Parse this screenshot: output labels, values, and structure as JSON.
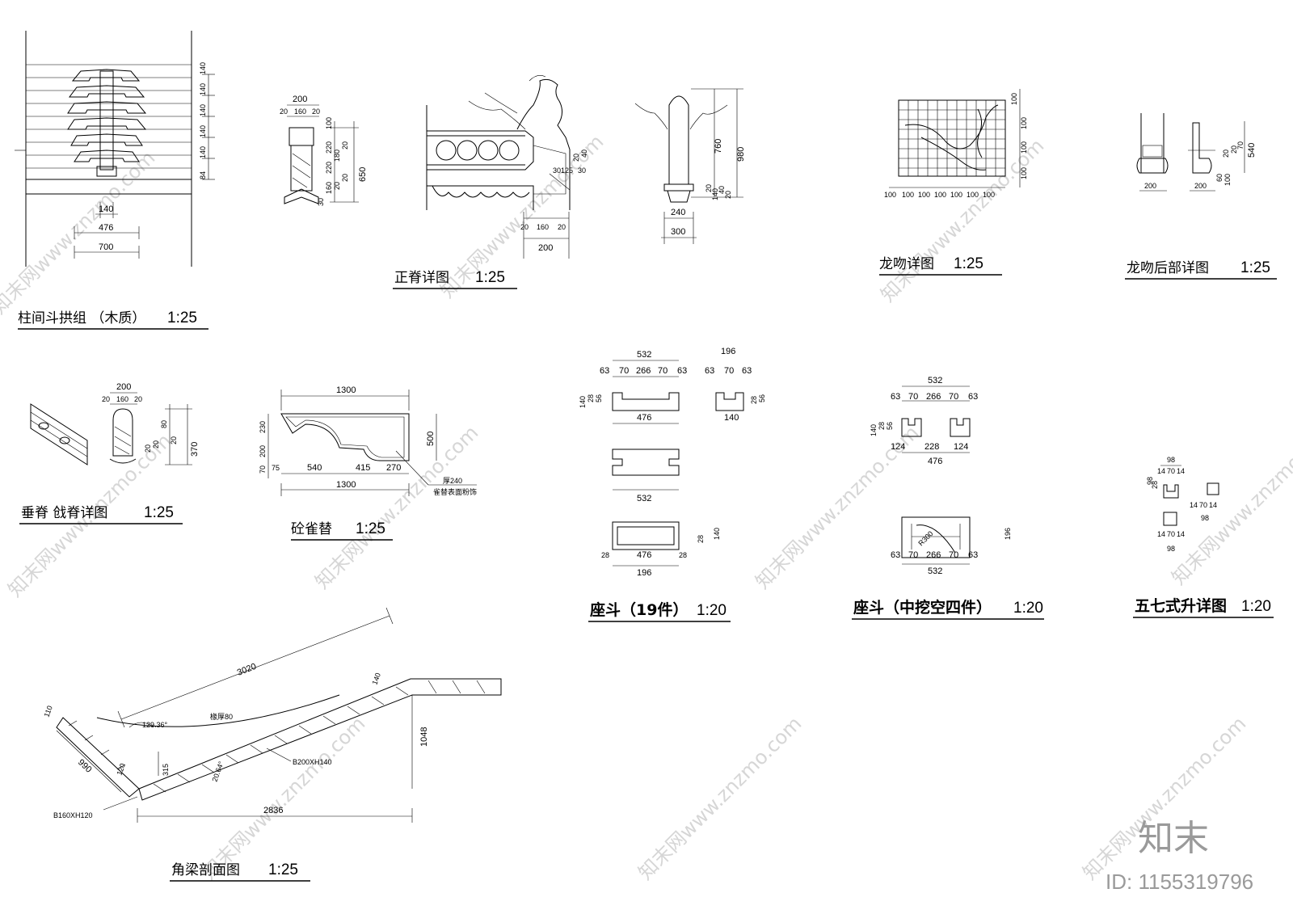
{
  "drawings": {
    "dougong": {
      "title": "柱间斗拱组  （木质）",
      "scale": "1:25",
      "dims": [
        "140",
        "476",
        "700",
        "84",
        "140",
        "140",
        "140",
        "140",
        "140"
      ]
    },
    "zhengji_section": {
      "dims": [
        "200",
        "20",
        "160",
        "20",
        "100",
        "220",
        "220",
        "180",
        "20",
        "20",
        "650",
        "30",
        "160",
        "20"
      ]
    },
    "zhengji": {
      "title": "正脊详图",
      "scale": "1:25",
      "dims": [
        "20",
        "160",
        "20",
        "200",
        "20",
        "40",
        "30",
        "125",
        "30"
      ]
    },
    "ridge_end": {
      "dims": [
        "760",
        "980",
        "20",
        "140",
        "40",
        "20",
        "240",
        "300"
      ]
    },
    "longwen": {
      "title": "龙吻详图",
      "scale": "1:25",
      "grid_label": "100",
      "dims": [
        "100",
        "100",
        "100",
        "100",
        "100",
        "100",
        "100",
        "100",
        "100",
        "100"
      ]
    },
    "longwen_back": {
      "title": "龙吻后部详图",
      "scale": "1:25",
      "dims": [
        "200",
        "200",
        "540",
        "20",
        "20",
        "60",
        "100",
        "70"
      ]
    },
    "chuiji": {
      "title": "垂脊  戗脊详图",
      "scale": "1:25",
      "dims": [
        "200",
        "20",
        "160",
        "20",
        "80",
        "20",
        "20",
        "370",
        "20"
      ]
    },
    "queti": {
      "title": "砼雀替",
      "scale": "1:25",
      "dims": [
        "1300",
        "500",
        "230",
        "200",
        "70",
        "75",
        "540",
        "415",
        "270",
        "1300"
      ],
      "note_1": "厚240",
      "note_2": "雀替表面粉饰"
    },
    "zuodou19": {
      "title": "座斗（19件）",
      "scale": "1:20",
      "dims": [
        "532",
        "63",
        "70",
        "266",
        "70",
        "63",
        "140",
        "28",
        "56",
        "476",
        "196",
        "63",
        "70",
        "63",
        "140",
        "28",
        "56",
        "532",
        "28",
        "476",
        "28",
        "196",
        "140",
        "28"
      ]
    },
    "zuodou4": {
      "title": "座斗（中挖空四件）",
      "scale": "1:20",
      "dims": [
        "532",
        "63",
        "70",
        "266",
        "70",
        "63",
        "140",
        "28",
        "56",
        "124",
        "228",
        "124",
        "476",
        "532",
        "196",
        "R300"
      ]
    },
    "sheng": {
      "title": "五七式升详图",
      "scale": "1:20",
      "dims": [
        "98",
        "14",
        "70",
        "14",
        "98",
        "28",
        "14",
        "70",
        "14",
        "98",
        "14",
        "70",
        "14",
        "98"
      ]
    },
    "jiaoliang": {
      "title": "角梁剖面图",
      "scale": "1:25",
      "dims": [
        "3020",
        "110",
        "990",
        "120",
        "129.36°",
        "315",
        "20.64°",
        "140",
        "1048",
        "2836"
      ],
      "label_1": "B200XH140",
      "label_2": "B160XH120",
      "label_3": "椽厚80"
    }
  },
  "watermark": {
    "text": "知末网www.znzmo.com"
  },
  "brand": {
    "logo_text": "知末",
    "id_text": "ID: 1155319796"
  }
}
